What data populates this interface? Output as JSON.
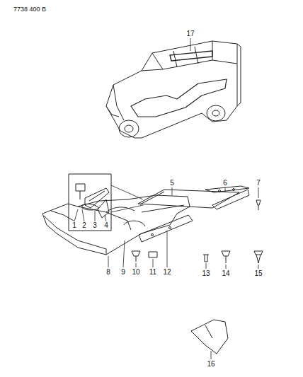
{
  "diagram": {
    "labels": [
      "7738 400 B",
      "17",
      "1",
      "2",
      "3",
      "4",
      "5",
      "6",
      "7",
      "13",
      "14",
      "15",
      "8",
      "9",
      "10",
      "11",
      "12",
      "16"
    ]
  }
}
